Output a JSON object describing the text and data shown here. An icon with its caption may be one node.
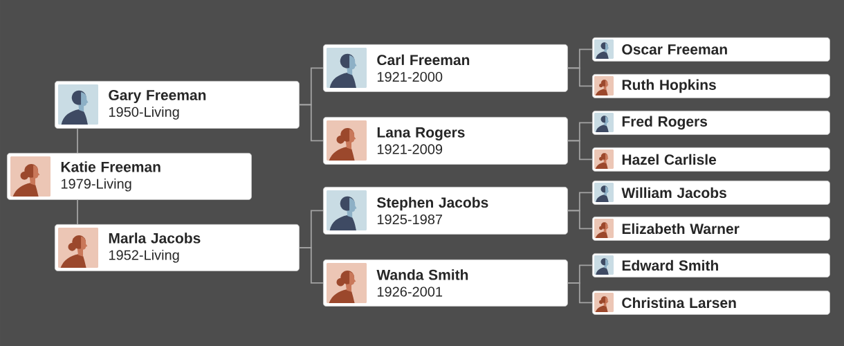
{
  "diagram": {
    "nodes": [
      {
        "text": [
          "Katie Freeman",
          "1979-Living"
        ]
      },
      {
        "text": [
          "Gary Freeman",
          "1950-Living"
        ]
      },
      {
        "text": [
          "Marla Jacobs",
          "1952-Living"
        ]
      },
      {
        "text": [
          "Carl Freeman",
          "1921-2000"
        ]
      },
      {
        "text": [
          "Lana Rogers",
          "1921-2009"
        ]
      },
      {
        "text": [
          "Stephen Jacobs",
          "1925-1987"
        ]
      },
      {
        "text": [
          "Wanda Smith",
          "1926-2001"
        ]
      },
      {
        "text": [
          "Oscar Freeman"
        ]
      },
      {
        "text": [
          "Ruth Hopkins"
        ]
      },
      {
        "text": [
          "Fred Rogers"
        ]
      },
      {
        "text": [
          "Hazel Carlisle"
        ]
      },
      {
        "text": [
          "William Jacobs"
        ]
      },
      {
        "text": [
          "Elizabeth Warner"
        ]
      },
      {
        "text": [
          "Edward Smith"
        ]
      },
      {
        "text": [
          "Christina Larsen"
        ]
      }
    ],
    "edges": [
      {
        "from": 0,
        "to": 1,
        "arrow": "none"
      },
      {
        "from": 0,
        "to": 2,
        "arrow": "none"
      },
      {
        "from": 1,
        "to": 3,
        "arrow": "none"
      },
      {
        "from": 1,
        "to": 4,
        "arrow": "none"
      },
      {
        "from": 2,
        "to": 5,
        "arrow": "none"
      },
      {
        "from": 2,
        "to": 6,
        "arrow": "none"
      },
      {
        "from": 3,
        "to": 7,
        "arrow": "none"
      },
      {
        "from": 3,
        "to": 8,
        "arrow": "none"
      },
      {
        "from": 4,
        "to": 9,
        "arrow": "none"
      },
      {
        "from": 4,
        "to": 10,
        "arrow": "none"
      },
      {
        "from": 5,
        "to": 11,
        "arrow": "none"
      },
      {
        "from": 5,
        "to": 12,
        "arrow": "none"
      },
      {
        "from": 6,
        "to": 13,
        "arrow": "none"
      },
      {
        "from": 6,
        "to": 14,
        "arrow": "none"
      }
    ]
  }
}
